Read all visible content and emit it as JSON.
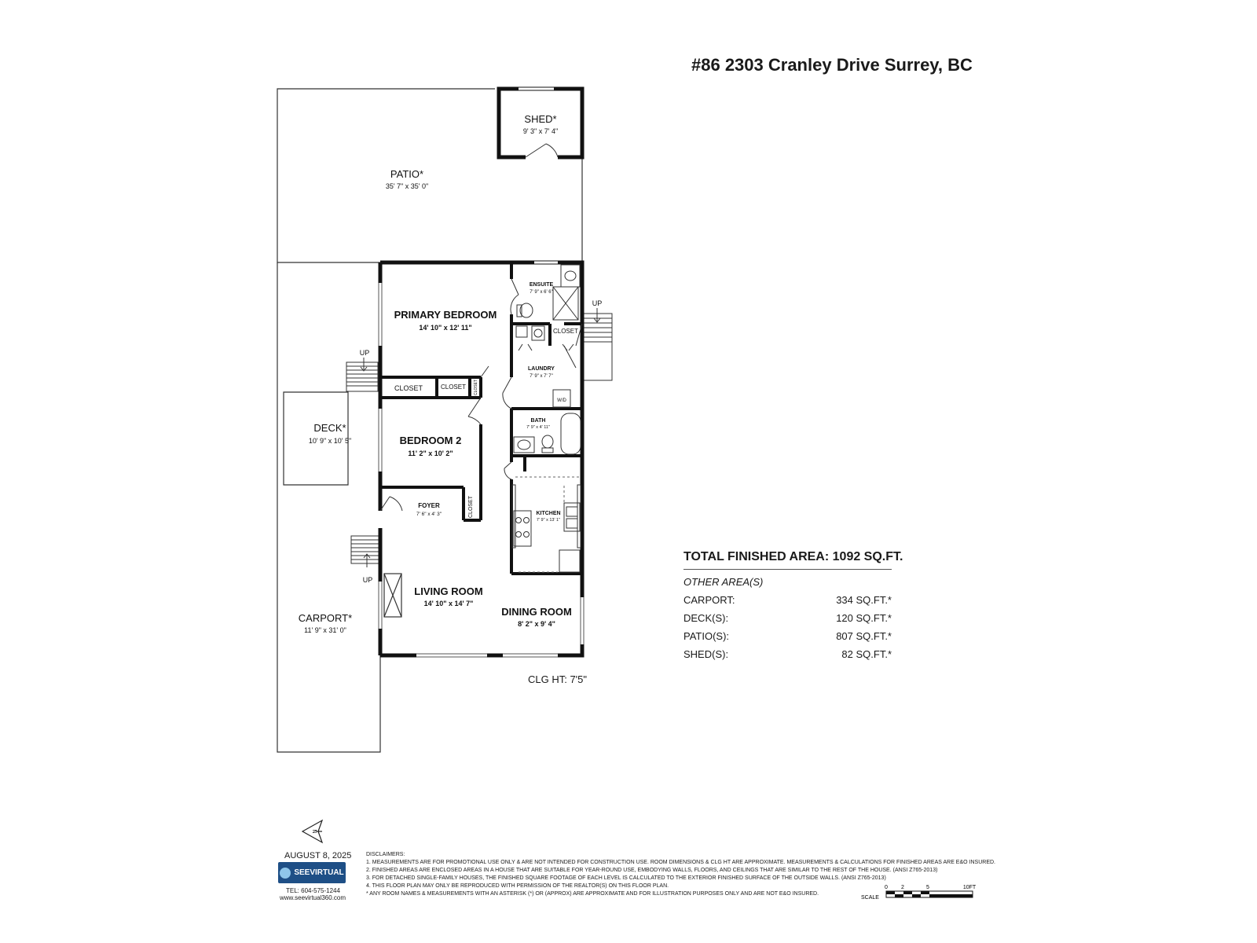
{
  "title": "#86 2303 Cranley Drive Surrey, BC",
  "rooms": {
    "shed": {
      "name": "SHED*",
      "dims": "9' 3\" x 7' 4\""
    },
    "patio": {
      "name": "PATIO*",
      "dims": "35' 7\" x 35' 0\""
    },
    "primary_bedroom": {
      "name": "PRIMARY BEDROOM",
      "dims": "14' 10\" x 12' 11\""
    },
    "ensuite": {
      "name": "ENSUITE",
      "dims": "7' 9\" x 6' 6\""
    },
    "closet_east": {
      "name": "CLOSET"
    },
    "laundry": {
      "name": "LAUNDRY",
      "dims": "7' 9\" x 7' 7\""
    },
    "wd": {
      "name": "W/D"
    },
    "closet_a": {
      "name": "CLOSET"
    },
    "closet_b": {
      "name": "CLOSET"
    },
    "closet_c": {
      "name": "CLOSET"
    },
    "deck": {
      "name": "DECK*",
      "dims": "10' 9\" x 10' 5\""
    },
    "bedroom2": {
      "name": "BEDROOM 2",
      "dims": "11' 2\" x 10' 2\""
    },
    "bath": {
      "name": "BATH",
      "dims": "7' 9\" x 4' 11\""
    },
    "foyer": {
      "name": "FOYER",
      "dims": "7' 6\" x 4' 3\""
    },
    "closet_foyer": {
      "name": "CLOSET"
    },
    "kitchen": {
      "name": "KITCHEN",
      "dims": "7' 9\" x 13' 1\""
    },
    "living_room": {
      "name": "LIVING ROOM",
      "dims": "14' 10\" x 14' 7\""
    },
    "dining_room": {
      "name": "DINING ROOM",
      "dims": "8' 2\" x 9' 4\""
    },
    "carport": {
      "name": "CARPORT*",
      "dims": "11' 9\" x 31' 0\""
    }
  },
  "stairs": {
    "up_label": "UP"
  },
  "ceiling_height": "CLG HT: 7'5\"",
  "areas": {
    "total_label": "TOTAL FINISHED AREA:",
    "total_value": "1092 SQ.FT.",
    "other_label": "OTHER AREA(S)",
    "rows": [
      {
        "label": "CARPORT:",
        "value": "334 SQ.FT.*"
      },
      {
        "label": "DECK(S):",
        "value": "120 SQ.FT.*"
      },
      {
        "label": "PATIO(S):",
        "value": "807 SQ.FT.*"
      },
      {
        "label": "SHED(S):",
        "value": "82 SQ.FT.*"
      }
    ]
  },
  "compass": {
    "letter": "N"
  },
  "footer": {
    "date": "AUGUST 8, 2025",
    "logo_text": "SEEVIRTUAL",
    "tel": "TEL: 604-575-1244",
    "website": "www.seevirtual360.com",
    "disclaimers": [
      "DISCLAIMERS:",
      "1. MEASUREMENTS ARE FOR PROMOTIONAL USE ONLY & ARE NOT INTENDED FOR CONSTRUCTION USE. ROOM DIMENSIONS & CLG HT ARE APPROXIMATE. MEASUREMENTS & CALCULATIONS FOR FINISHED AREAS ARE E&O INSURED.",
      "2. FINISHED AREAS ARE ENCLOSED AREAS IN A HOUSE THAT ARE SUITABLE FOR YEAR-ROUND USE, EMBODYING WALLS, FLOORS, AND CEILINGS THAT ARE SIMILAR TO THE REST OF THE HOUSE. (ANSI Z765-2013)",
      "3. FOR DETACHED SINGLE-FAMILY HOUSES, THE FINISHED SQUARE FOOTAGE OF EACH LEVEL IS CALCULATED TO THE EXTERIOR FINISHED SURFACE OF THE OUTSIDE WALLS. (ANSI Z765-2013)",
      "4. THIS FLOOR PLAN MAY ONLY BE REPRODUCED WITH PERMISSION OF THE REALTOR(S) ON THIS FLOOR PLAN.",
      "* ANY ROOM NAMES & MEASUREMENTS WITH AN ASTERISK (*) OR (APPROX) ARE APPROXIMATE AND FOR ILLUSTRATION PURPOSES ONLY AND ARE NOT E&O INSURED."
    ],
    "scale_label": "SCALE",
    "scale_ticks": [
      "0",
      "2",
      "5",
      "10FT"
    ]
  }
}
